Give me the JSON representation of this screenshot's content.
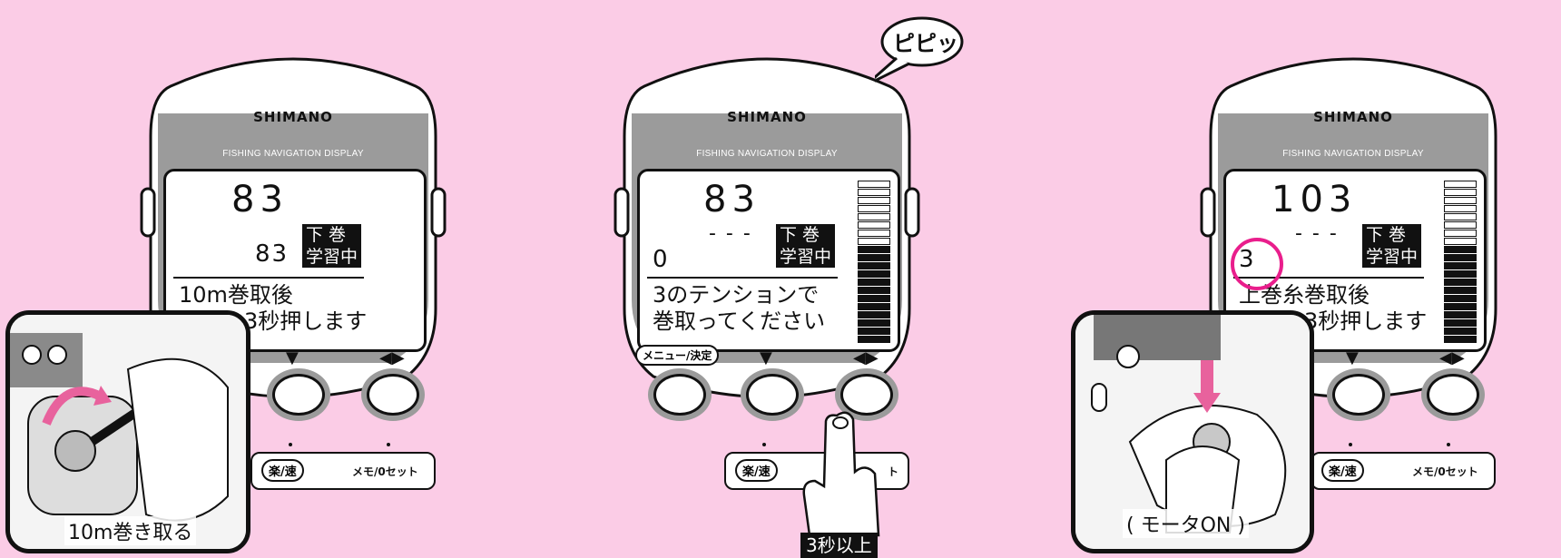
{
  "colors": {
    "background": "#fbcce6",
    "accent": "#e91e8c",
    "device_gray": "#9b9b9b"
  },
  "panel1": {
    "brand": "SHIMANO",
    "display_title": "FISHING NAVIGATION DISPLAY",
    "depth_top": "83",
    "depth_bottom": "83",
    "badge_line1": "下 巻",
    "badge_line2": "学習中",
    "message_line1": "10m巻取後",
    "message_line2": "メモを3秒押します",
    "btn_down_symbol": "▼",
    "btn_lr_symbol": "◀▶",
    "pill_left_label": "楽/速",
    "pill_right_label": "メモ/0セット",
    "inset_caption": "10m巻き取る"
  },
  "panel2": {
    "brand": "SHIMANO",
    "display_title": "FISHING NAVIGATION DISPLAY",
    "speech_bubble": "ピピッ",
    "depth_top": "83",
    "depth_dashes": "- - -",
    "tension_value": "0",
    "badge_line1": "下 巻",
    "badge_line2": "学習中",
    "message_line1": "3のテンションで",
    "message_line2": "巻取ってください",
    "menu_label": "メニュー/決定",
    "btn_down_symbol": "▼",
    "btn_lr_symbol": "◀▶",
    "pill_left_label": "楽/速",
    "pill_right_label": "ト",
    "hold_label": "3秒以上",
    "meter_segments_total": 20,
    "meter_segments_filled": 12
  },
  "panel3": {
    "brand": "SHIMANO",
    "display_title": "FISHING NAVIGATION DISPLAY",
    "depth_top": "103",
    "depth_dashes": "- - -",
    "tension_value": "3",
    "badge_line1": "下 巻",
    "badge_line2": "学習中",
    "message_line1": "上巻糸巻取後",
    "message_line2": "メモを3秒押します",
    "btn_down_symbol": "▼",
    "btn_lr_symbol": "◀▶",
    "pill_left_label": "楽/速",
    "pill_right_label": "メモ/0セット",
    "inset_caption": "( モータON )",
    "meter_segments_total": 20,
    "meter_segments_filled": 12
  }
}
